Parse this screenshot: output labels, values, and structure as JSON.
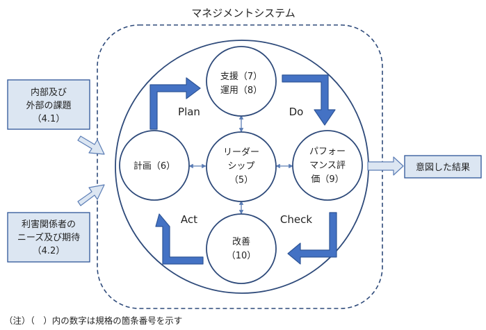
{
  "title": "マネジメントシステム",
  "center": {
    "line1": "リーダー",
    "line2": "シップ",
    "line3": "（5）"
  },
  "top": {
    "line1": "支援（7）",
    "line2": "運用（8）"
  },
  "left": {
    "line1": "計画（6）"
  },
  "right": {
    "line1": "パフォー",
    "line2": "マンス評",
    "line3": "価（9）"
  },
  "bottom": {
    "line1": "改善",
    "line2": "（10）"
  },
  "phases": {
    "plan": "Plan",
    "do": "Do",
    "check": "Check",
    "act": "Act"
  },
  "inputs": {
    "issues": {
      "line1": "内部及び",
      "line2": "外部の課題",
      "line3": "（4.1）"
    },
    "parties": {
      "line1": "利害関係者の",
      "line2": "ニーズ及び期待",
      "line3": "（4.2）"
    }
  },
  "output": {
    "label": "意図した結果"
  },
  "footnote": "（注）（　）内の数字は規格の箇条番号を示す",
  "colors": {
    "accent": "#4472C4",
    "box_fill": "#DCE6F2",
    "box_stroke": "#2E5597",
    "line": "#2E4A7A"
  }
}
